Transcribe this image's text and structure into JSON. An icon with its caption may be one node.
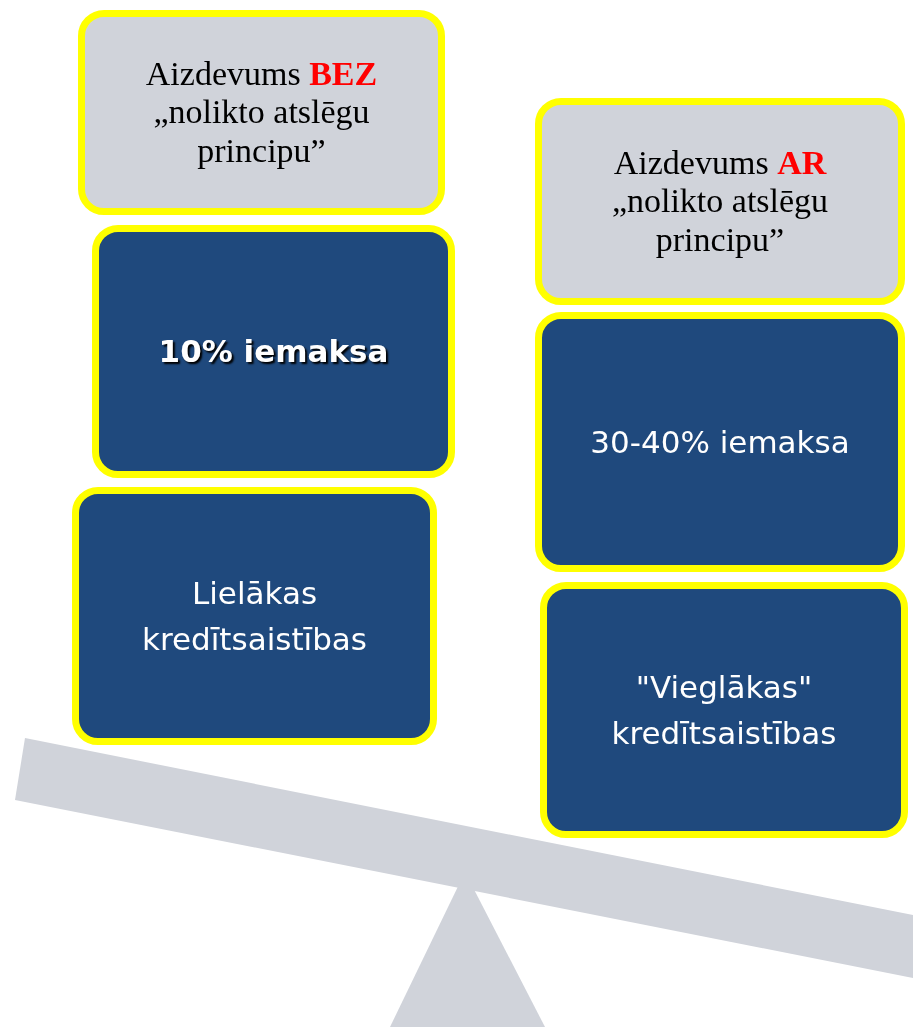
{
  "diagram": {
    "nodes": [
      {
        "text": [
          "Aizdevums **BEZ** „nolikto atslēgu principu”"
        ]
      },
      {
        "text": [
          "10% iemaksa"
        ]
      },
      {
        "text": [
          "Lielākas kredītsaistības"
        ]
      },
      {
        "text": [
          "Aizdevums **AR** „nolikto atslēgu principu”"
        ]
      },
      {
        "text": [
          "30-40% iemaksa"
        ]
      },
      {
        "text": [
          "\"Vieglākas\" kredītsaistības"
        ]
      }
    ]
  }
}
